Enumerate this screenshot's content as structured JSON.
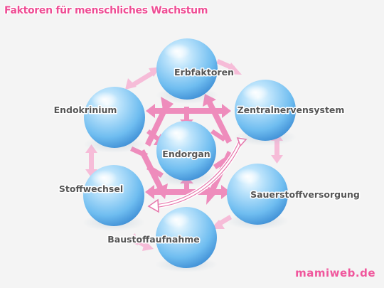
{
  "title": "Faktoren für menschliches Wachstum",
  "brand": "mamiweb.de",
  "colors": {
    "title": "#ee4d94",
    "brand": "#f0569c",
    "arrow": "#ef8fbc",
    "arrow_light": "#f6bcd8",
    "sphere_light": "#dff3ff",
    "sphere_mid": "#7cc5f3",
    "sphere_dark": "#3e8fd6",
    "label": "#555555"
  },
  "nodes": {
    "center": "Endorgan",
    "top": "Erbfaktoren",
    "upper_right": "Zentralnervensystem",
    "lower_right": "Sauerstoffversorgung",
    "bottom": "Baustoffaufnahme",
    "lower_left": "Stoffwechsel",
    "upper_left": "Endokrinium"
  }
}
